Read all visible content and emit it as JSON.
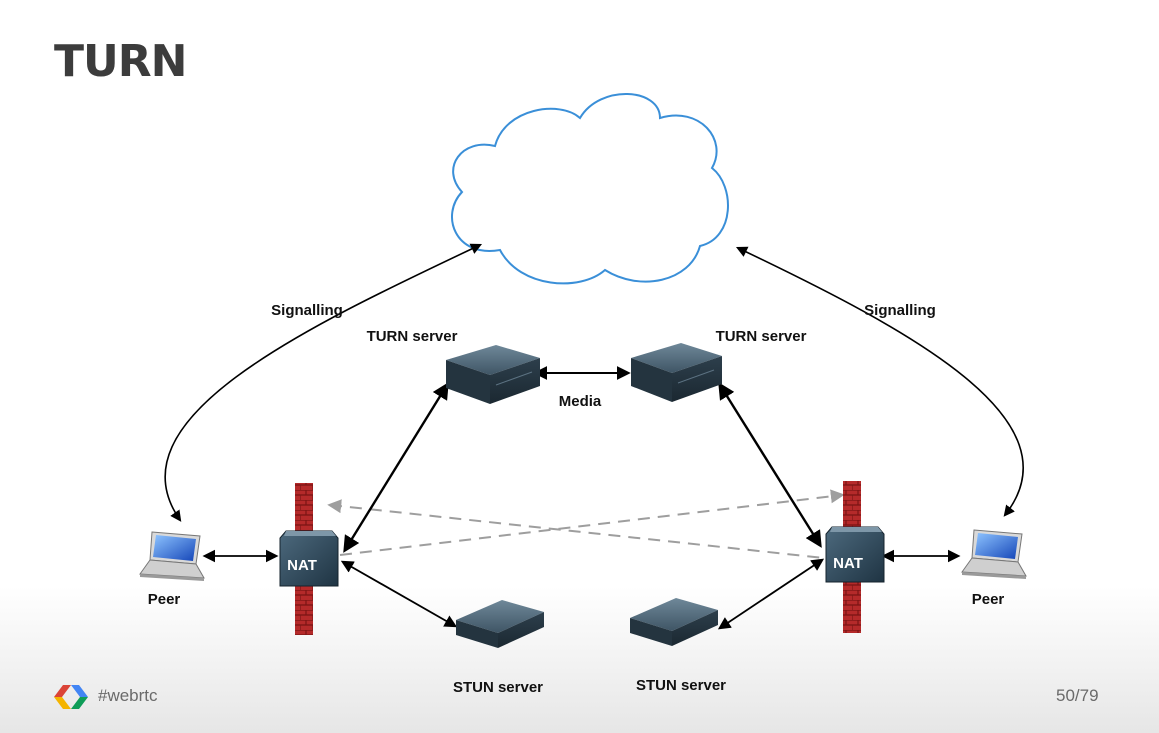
{
  "slide": {
    "title": "TURN",
    "hashtag": "#webrtc",
    "page_indicator": "50/79"
  },
  "diagram": {
    "signalling_left": "Signalling",
    "signalling_right": "Signalling",
    "turn_server_left": "TURN server",
    "turn_server_right": "TURN server",
    "media": "Media",
    "stun_server_left": "STUN server",
    "stun_server_right": "STUN server",
    "nat_left": "NAT",
    "nat_right": "NAT",
    "peer_left": "Peer",
    "peer_right": "Peer"
  },
  "colors": {
    "cloud_stroke": "#3a8fd8",
    "firewall": "#b02a2a",
    "nat_box": "#2f4b5e",
    "dashed_arrow": "#9e9e9e"
  },
  "icons": {
    "logo": "chrome-dev-logo",
    "server": "server-icon",
    "laptop": "laptop-icon",
    "firewall": "firewall-icon"
  }
}
